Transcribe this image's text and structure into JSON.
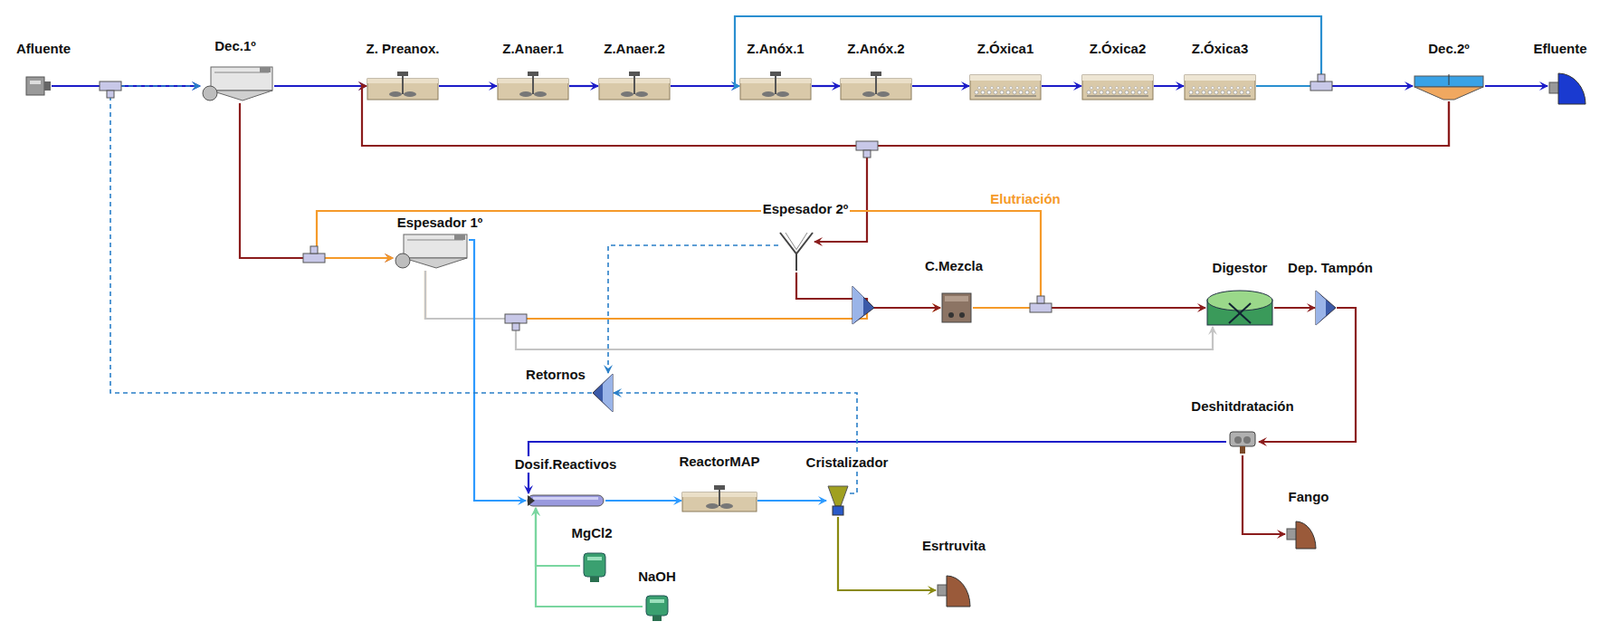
{
  "diagram": {
    "nodes": [
      {
        "text": [
          "Afluente"
        ]
      },
      {
        "text": [
          "Dec.1º"
        ]
      },
      {
        "text": [
          "Z. Preanox."
        ]
      },
      {
        "text": [
          "Z.Anaer.1"
        ]
      },
      {
        "text": [
          "Z.Anaer.2"
        ]
      },
      {
        "text": [
          "Z.Anóx.1"
        ]
      },
      {
        "text": [
          "Z.Anóx.2"
        ]
      },
      {
        "text": [
          "Z.Óxica1"
        ]
      },
      {
        "text": [
          "Z.Óxica2"
        ]
      },
      {
        "text": [
          "Z.Óxica3"
        ]
      },
      {
        "text": [
          "Dec.2º"
        ]
      },
      {
        "text": [
          "Efluente"
        ]
      },
      {
        "text": [
          "Espesador 1º"
        ]
      },
      {
        "text": [
          "Espesador 2º"
        ]
      },
      {
        "text": [
          "C.Mezcla"
        ]
      },
      {
        "text": [
          "Digestor"
        ]
      },
      {
        "text": [
          "Dep. Tampón"
        ]
      },
      {
        "text": [
          "Retornos"
        ]
      },
      {
        "text": [
          "Deshitdratación"
        ]
      },
      {
        "text": [
          "Dosif.Reactivos"
        ]
      },
      {
        "text": [
          "ReactorMAP"
        ]
      },
      {
        "text": [
          "Cristalizador"
        ]
      },
      {
        "text": [
          "Fango"
        ]
      },
      {
        "text": [
          "MgCl2"
        ]
      },
      {
        "text": [
          "NaOH"
        ]
      },
      {
        "text": [
          "Esrtruvita"
        ]
      }
    ],
    "edges": [
      {
        "from": 0,
        "to": 1,
        "arrow": "to"
      },
      {
        "from": 1,
        "to": 2,
        "arrow": "to"
      },
      {
        "from": 2,
        "to": 3,
        "arrow": "to"
      },
      {
        "from": 3,
        "to": 4,
        "arrow": "to"
      },
      {
        "from": 4,
        "to": 5,
        "arrow": "to"
      },
      {
        "from": 5,
        "to": 6,
        "arrow": "to"
      },
      {
        "from": 6,
        "to": 7,
        "arrow": "to"
      },
      {
        "from": 7,
        "to": 8,
        "arrow": "to"
      },
      {
        "from": 8,
        "to": 9,
        "arrow": "to"
      },
      {
        "from": 9,
        "to": 10,
        "arrow": "to"
      },
      {
        "from": 10,
        "to": 11,
        "arrow": "to"
      },
      {
        "from": 9,
        "to": 5,
        "arrow": "to"
      },
      {
        "from": 10,
        "to": 2,
        "arrow": "to"
      },
      {
        "from": 10,
        "to": 13,
        "arrow": "to"
      },
      {
        "from": 1,
        "to": 12,
        "arrow": "to"
      },
      {
        "from": 12,
        "to": 14,
        "arrow": "to"
      },
      {
        "from": 12,
        "to": 15,
        "arrow": "to"
      },
      {
        "from": 12,
        "to": 19,
        "arrow": "to"
      },
      {
        "from": 13,
        "to": 14,
        "arrow": "to"
      },
      {
        "from": 13,
        "to": 17,
        "arrow": "to"
      },
      {
        "from": 14,
        "to": 15,
        "arrow": "to"
      },
      {
        "from": 14,
        "to": 12,
        "label": "Elutriación",
        "arrow": "to"
      },
      {
        "from": 15,
        "to": 16,
        "arrow": "to"
      },
      {
        "from": 16,
        "to": 18,
        "arrow": "to"
      },
      {
        "from": 18,
        "to": 22,
        "arrow": "to"
      },
      {
        "from": 18,
        "to": 19,
        "arrow": "to"
      },
      {
        "from": 23,
        "to": 19,
        "arrow": "to"
      },
      {
        "from": 24,
        "to": 19,
        "arrow": "to"
      },
      {
        "from": 19,
        "to": 20,
        "arrow": "to"
      },
      {
        "from": 20,
        "to": 21,
        "arrow": "to"
      },
      {
        "from": 21,
        "to": 25,
        "arrow": "to"
      },
      {
        "from": 21,
        "to": 17,
        "arrow": "to"
      },
      {
        "from": 17,
        "to": 1,
        "arrow": "to"
      }
    ]
  }
}
